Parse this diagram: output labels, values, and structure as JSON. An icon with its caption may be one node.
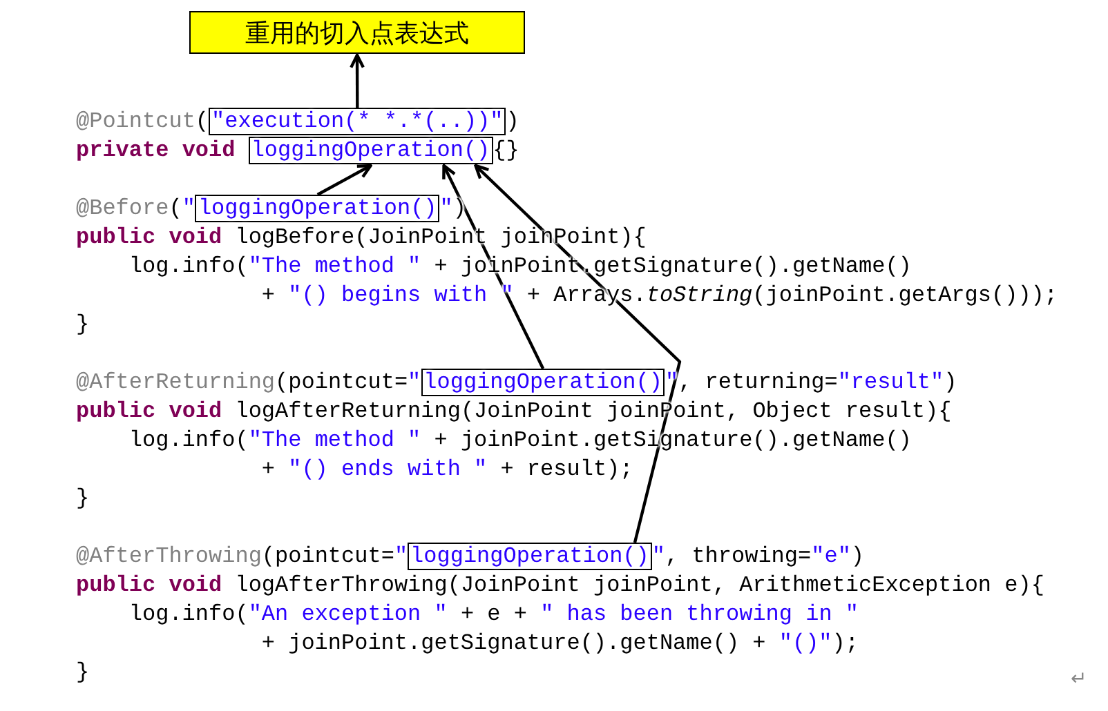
{
  "diagram": {
    "nodes": [
      {
        "text": [
          "重用的切入点表达式"
        ]
      },
      {
        "text": [
          "\"execution(* *.*(..))\""
        ]
      },
      {
        "text": [
          "loggingOperation()"
        ]
      },
      {
        "text": [
          "loggingOperation()"
        ]
      },
      {
        "text": [
          "loggingOperation()"
        ]
      },
      {
        "text": [
          "loggingOperation()"
        ]
      }
    ],
    "edges": [
      {
        "from": 1,
        "to": 0,
        "arrow": "to"
      },
      {
        "from": 3,
        "to": 2,
        "arrow": "to"
      },
      {
        "from": 4,
        "to": 2,
        "arrow": "to"
      },
      {
        "from": 5,
        "to": 2,
        "arrow": "to"
      }
    ],
    "labels": [
      "@Pointcut(",
      ")",
      "private void",
      "{}",
      "@Before(\"",
      "\")",
      "public void logBefore(JoinPoint joinPoint){",
      "log.info(\"The method \" + joinPoint.getSignature().getName()",
      "+ \"() begins with \" + Arrays.*toString*(joinPoint.getArgs()));",
      "}",
      "@AfterReturning(pointcut=\"",
      "\", returning=\"result\")",
      "public void logAfterReturning(JoinPoint joinPoint, Object result){",
      "log.info(\"The method \" + joinPoint.getSignature().getName()",
      "+ \"() ends with \" + result);",
      "}",
      "@AfterThrowing(pointcut=\"",
      "\", throwing=\"e\")",
      "public void logAfterThrowing(JoinPoint joinPoint, ArithmeticException e){",
      "log.info(\"An exception \" + e + \" has been throwing in \"",
      "+ joinPoint.getSignature().getName() + \"()\");",
      "}",
      "↵"
    ]
  }
}
